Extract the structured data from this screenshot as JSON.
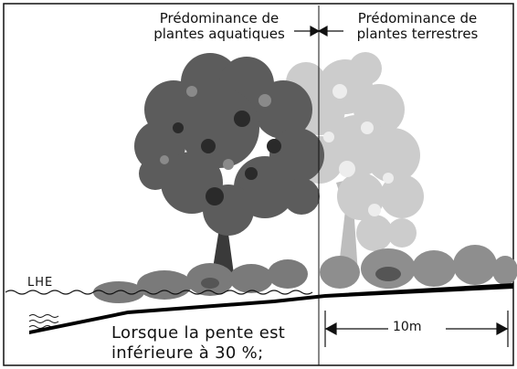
{
  "labels": {
    "left_zone": [
      "Prédominance de",
      "plantes aquatiques"
    ],
    "right_zone": [
      "Prédominance de",
      "plantes terrestres"
    ],
    "water_level": "LHE",
    "caption": [
      "Lorsque la pente est",
      "inférieure à 30 %;"
    ],
    "distance": "10m"
  },
  "colors": {
    "ink": "#111111",
    "aquatic_tree": "#5e5e5e",
    "aquatic_tree_dark": "#2a2a2a",
    "terrestrial_tree": "#c4c4c4",
    "shrub": "#7a7a7a",
    "ground": "#000000"
  }
}
